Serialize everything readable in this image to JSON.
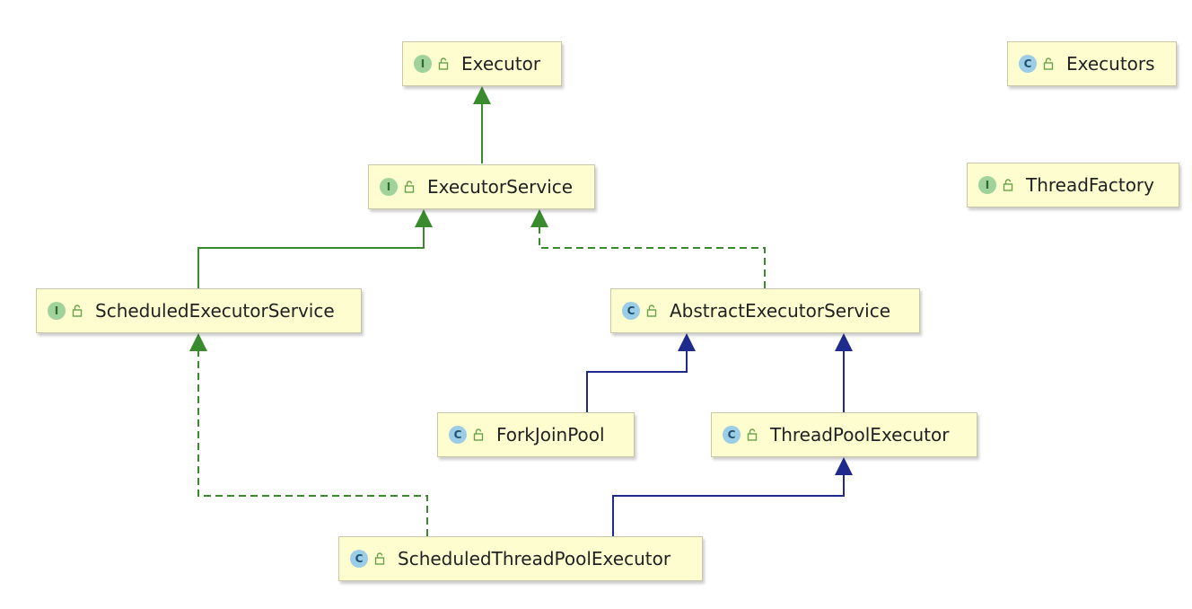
{
  "colors": {
    "extends_interface": "#3a8a2e",
    "extends_class": "#1e2a8c",
    "node_fill": "#fdfdd0"
  },
  "nodes": {
    "executor": {
      "kind_letter": "I",
      "name": "Executor"
    },
    "executors": {
      "kind_letter": "C",
      "name": "Executors"
    },
    "executor_service": {
      "kind_letter": "I",
      "name": "ExecutorService"
    },
    "thread_factory": {
      "kind_letter": "I",
      "name": "ThreadFactory"
    },
    "scheduled_executor_service": {
      "kind_letter": "I",
      "name": "ScheduledExecutorService"
    },
    "abstract_executor_service": {
      "kind_letter": "C",
      "name": "AbstractExecutorService"
    },
    "fork_join_pool": {
      "kind_letter": "C",
      "name": "ForkJoinPool"
    },
    "thread_pool_executor": {
      "kind_letter": "C",
      "name": "ThreadPoolExecutor"
    },
    "scheduled_thread_pool_executor": {
      "kind_letter": "C",
      "name": "ScheduledThreadPoolExecutor"
    }
  },
  "relations": [
    {
      "from": "executor_service",
      "to": "executor",
      "type": "extends"
    },
    {
      "from": "scheduled_executor_service",
      "to": "executor_service",
      "type": "extends"
    },
    {
      "from": "abstract_executor_service",
      "to": "executor_service",
      "type": "implements"
    },
    {
      "from": "fork_join_pool",
      "to": "abstract_executor_service",
      "type": "extends"
    },
    {
      "from": "thread_pool_executor",
      "to": "abstract_executor_service",
      "type": "extends"
    },
    {
      "from": "scheduled_thread_pool_executor",
      "to": "scheduled_executor_service",
      "type": "implements"
    },
    {
      "from": "scheduled_thread_pool_executor",
      "to": "thread_pool_executor",
      "type": "extends"
    }
  ]
}
